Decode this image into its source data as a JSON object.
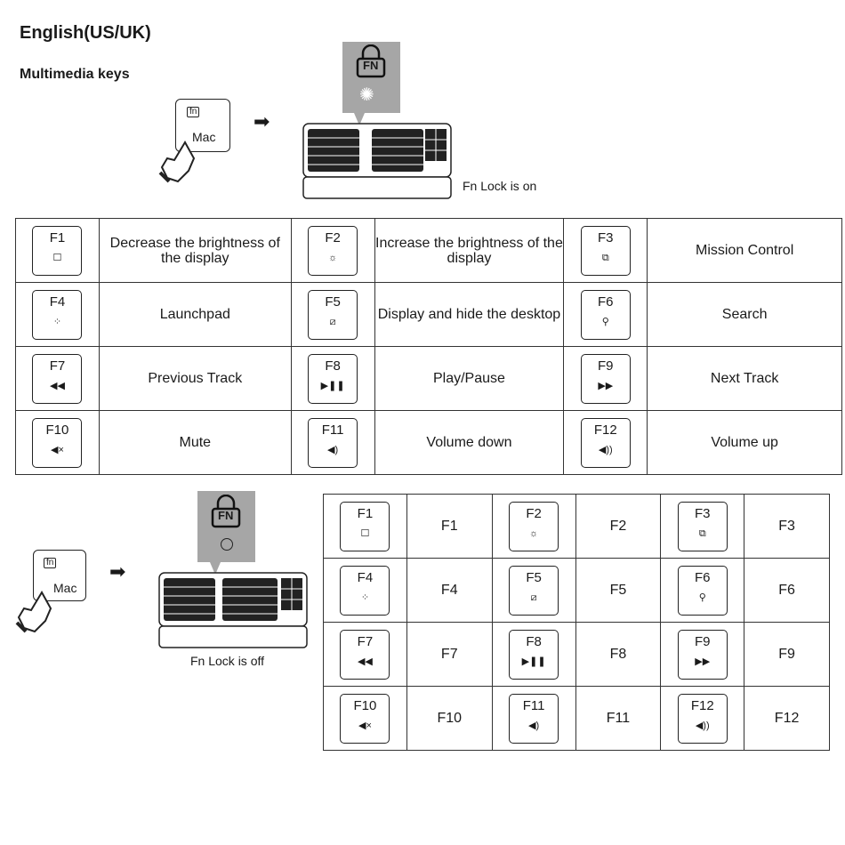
{
  "header": {
    "title": "English(US/UK)",
    "subtitle": "Multimedia keys"
  },
  "fn_key": {
    "badge": "fn",
    "label": "Mac"
  },
  "lock_badge": "FN",
  "lock_on_label": "Fn Lock is on",
  "lock_off_label": "Fn Lock is off",
  "colors": {
    "panel_gray": "#a6a6a6",
    "border": "#333333"
  },
  "lock_on_table": [
    [
      {
        "key": "F1",
        "icon": "brightness-down-icon",
        "glyph": "☐",
        "desc": "Decrease the brightness of the display"
      },
      {
        "key": "F2",
        "icon": "brightness-up-icon",
        "glyph": "☼",
        "desc": "Increase the brightness of the display"
      },
      {
        "key": "F3",
        "icon": "mission-control-icon",
        "glyph": "⧉",
        "desc": "Mission Control"
      }
    ],
    [
      {
        "key": "F4",
        "icon": "launchpad-icon",
        "glyph": "⁘",
        "desc": "Launchpad"
      },
      {
        "key": "F5",
        "icon": "desktop-icon",
        "glyph": "⧄",
        "desc": "Display and hide the desktop"
      },
      {
        "key": "F6",
        "icon": "search-icon",
        "glyph": "⚲",
        "desc": "Search"
      }
    ],
    [
      {
        "key": "F7",
        "icon": "previous-track-icon",
        "glyph": "◀◀",
        "desc": "Previous Track"
      },
      {
        "key": "F8",
        "icon": "play-pause-icon",
        "glyph": "▶❚❚",
        "desc": "Play/Pause"
      },
      {
        "key": "F9",
        "icon": "next-track-icon",
        "glyph": "▶▶",
        "desc": "Next Track"
      }
    ],
    [
      {
        "key": "F10",
        "icon": "mute-icon",
        "glyph": "◀×",
        "desc": "Mute"
      },
      {
        "key": "F11",
        "icon": "volume-down-icon",
        "glyph": "◀)",
        "desc": "Volume down"
      },
      {
        "key": "F12",
        "icon": "volume-up-icon",
        "glyph": "◀))",
        "desc": "Volume up"
      }
    ]
  ],
  "lock_off_table": [
    [
      {
        "key": "F1",
        "icon": "brightness-down-icon",
        "glyph": "☐",
        "out": "F1"
      },
      {
        "key": "F2",
        "icon": "brightness-up-icon",
        "glyph": "☼",
        "out": "F2"
      },
      {
        "key": "F3",
        "icon": "mission-control-icon",
        "glyph": "⧉",
        "out": "F3"
      }
    ],
    [
      {
        "key": "F4",
        "icon": "launchpad-icon",
        "glyph": "⁘",
        "out": "F4"
      },
      {
        "key": "F5",
        "icon": "desktop-icon",
        "glyph": "⧄",
        "out": "F5"
      },
      {
        "key": "F6",
        "icon": "search-icon",
        "glyph": "⚲",
        "out": "F6"
      }
    ],
    [
      {
        "key": "F7",
        "icon": "previous-track-icon",
        "glyph": "◀◀",
        "out": "F7"
      },
      {
        "key": "F8",
        "icon": "play-pause-icon",
        "glyph": "▶❚❚",
        "out": "F8"
      },
      {
        "key": "F9",
        "icon": "next-track-icon",
        "glyph": "▶▶",
        "out": "F9"
      }
    ],
    [
      {
        "key": "F10",
        "icon": "mute-icon",
        "glyph": "◀×",
        "out": "F10"
      },
      {
        "key": "F11",
        "icon": "volume-down-icon",
        "glyph": "◀)",
        "out": "F11"
      },
      {
        "key": "F12",
        "icon": "volume-up-icon",
        "glyph": "◀))",
        "out": "F12"
      }
    ]
  ]
}
